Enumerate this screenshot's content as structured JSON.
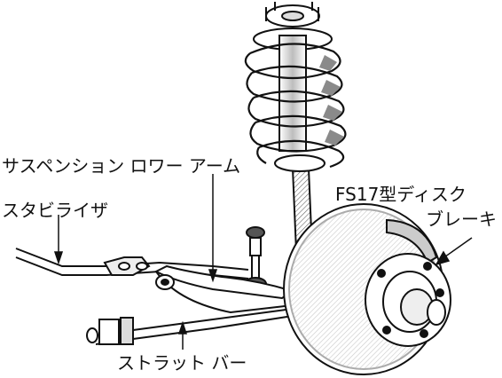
{
  "labels": {
    "lower_arm": "サスペンション ロワー アーム",
    "stabilizer": "スタビライザ",
    "brake_line1": "FS17型ディスク",
    "brake_line2": "ブレーキ",
    "strut_bar": "ストラット バー"
  },
  "colors": {
    "ink": "#111111",
    "spring_shade": "#8a8a8a",
    "paper": "#ffffff"
  }
}
